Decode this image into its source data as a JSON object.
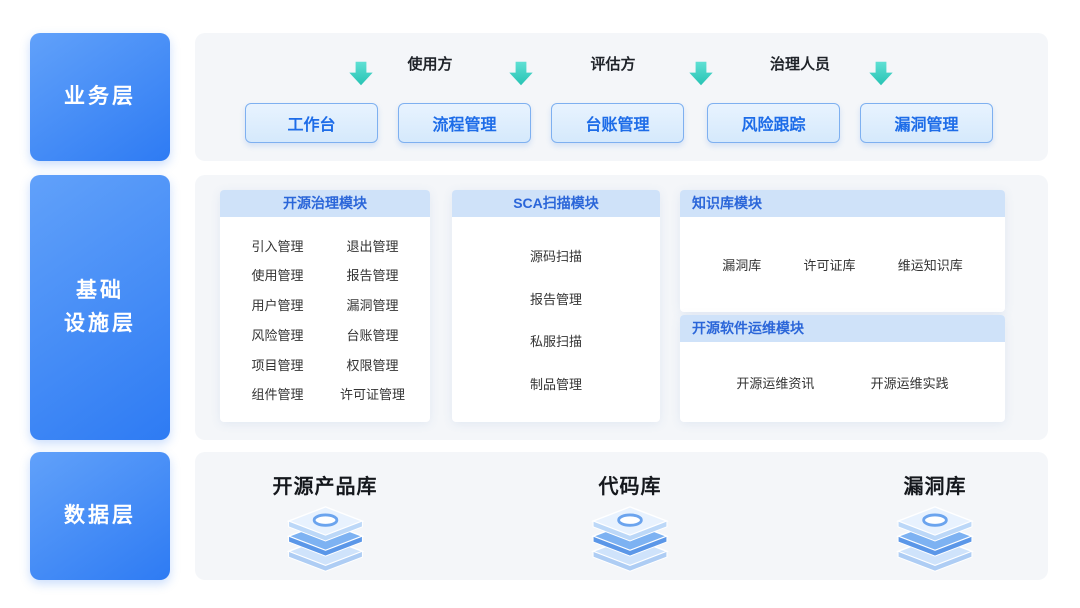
{
  "layers": {
    "business_label": "业务层",
    "infrastructure_label_line1": "基础",
    "infrastructure_label_line2": "设施层",
    "data_label": "数据层"
  },
  "business": {
    "roles": [
      "使用方",
      "评估方",
      "治理人员"
    ],
    "buttons": [
      "工作台",
      "流程管理",
      "台账管理",
      "风险跟踪",
      "漏洞管理"
    ]
  },
  "infrastructure": {
    "governance": {
      "title": "开源治理模块",
      "items": [
        "引入管理",
        "退出管理",
        "使用管理",
        "报告管理",
        "用户管理",
        "漏洞管理",
        "风险管理",
        "台账管理",
        "项目管理",
        "权限管理",
        "组件管理",
        "许可证管理"
      ]
    },
    "sca": {
      "title": "SCA扫描模块",
      "items": [
        "源码扫描",
        "报告管理",
        "私服扫描",
        "制品管理"
      ]
    },
    "knowledge": {
      "title": "知识库模块",
      "items": [
        "漏洞库",
        "许可证库",
        "维运知识库"
      ]
    },
    "ops": {
      "title": "开源软件运维模块",
      "items": [
        "开源运维资讯",
        "开源运维实践"
      ]
    }
  },
  "data_layer": {
    "databases": [
      "开源产品库",
      "代码库",
      "漏洞库"
    ]
  },
  "icons": {
    "arrow": "down-arrow-icon",
    "database": "database-icon"
  },
  "colors": {
    "layer_gradient_start": "#61a1fa",
    "layer_gradient_end": "#2e7bf3",
    "panel_bg": "#f4f6f9",
    "button_bg": "#d5e9fc",
    "button_border": "#7eb0f0",
    "button_text": "#1d6ce8",
    "module_header_bg": "#cfe2f9",
    "module_header_text": "#2b66d9",
    "arrow_teal": "#2ec4b6",
    "body_text": "#333333"
  }
}
